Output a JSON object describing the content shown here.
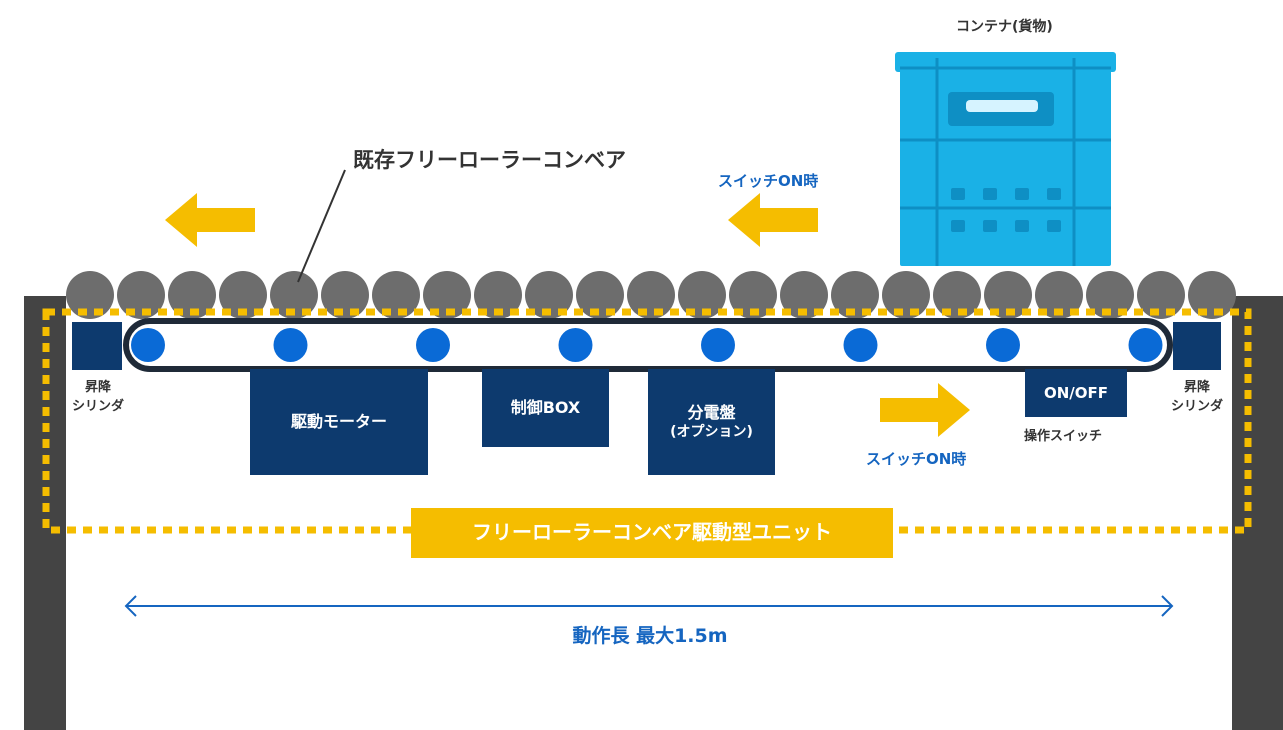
{
  "labels": {
    "container": "コンテナ(貨物)",
    "existing_conveyor": "既存フリーローラーコンベア",
    "switch_on_top": "スイッチON時",
    "switch_on_bottom": "スイッチON時",
    "lift_cylinder_left": [
      "昇降",
      "シリンダ"
    ],
    "lift_cylinder_right": [
      "昇降",
      "シリンダ"
    ],
    "drive_motor": "駆動モーター",
    "control_box": "制御BOX",
    "distribution_board": [
      "分電盤",
      "(オプション)"
    ],
    "onoff_switch": "ON/OFF",
    "operation_switch": "操作スイッチ",
    "unit_title": "フリーローラーコンベア駆動型ユニット",
    "operating_length": "動作長 最大1.5m"
  },
  "colors": {
    "navy": "#0d3a6e",
    "yellow": "#f5bd00",
    "roller_gray": "#6d6d6d",
    "wall_dark": "#444444",
    "belt_roller_blue": "#0a6ad6",
    "container_blue": "#1ab1e6",
    "measure_blue": "#1565c0"
  },
  "icons": [
    "arrow-left-icon",
    "arrow-right-icon",
    "double-arrow-measure-icon"
  ]
}
